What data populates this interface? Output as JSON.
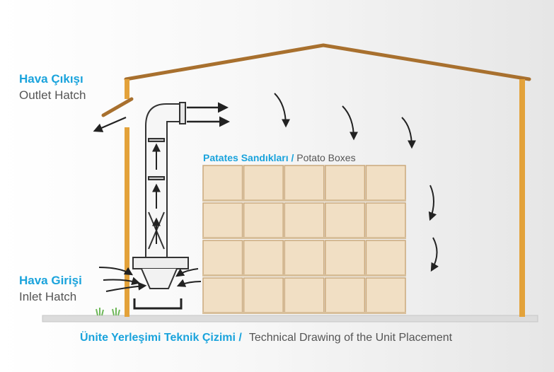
{
  "labels": {
    "outlet_tr": "Hava Çıkışı",
    "outlet_en": "Outlet Hatch",
    "inlet_tr": "Hava Girişi",
    "inlet_en": "Inlet Hatch",
    "boxes_tr": "Patates Sandıkları /",
    "boxes_en": "Potato Boxes",
    "caption_tr": "Ünite Yerleşimi Teknik Çizimi /",
    "caption_en": "Technical Drawing of the Unit Placement"
  },
  "colors": {
    "accent_blue": "#1aa3dc",
    "frame_orange": "#e3a23a",
    "roof_brown": "#a8702e",
    "box_wood": "#f1dfc4",
    "box_line": "#caa97c",
    "ground": "#dcdcdc"
  },
  "boxes": {
    "rows": 4,
    "columns": 5
  },
  "icons": [
    "curved-arrow-icon",
    "straight-arrow-icon",
    "grass-icon"
  ]
}
